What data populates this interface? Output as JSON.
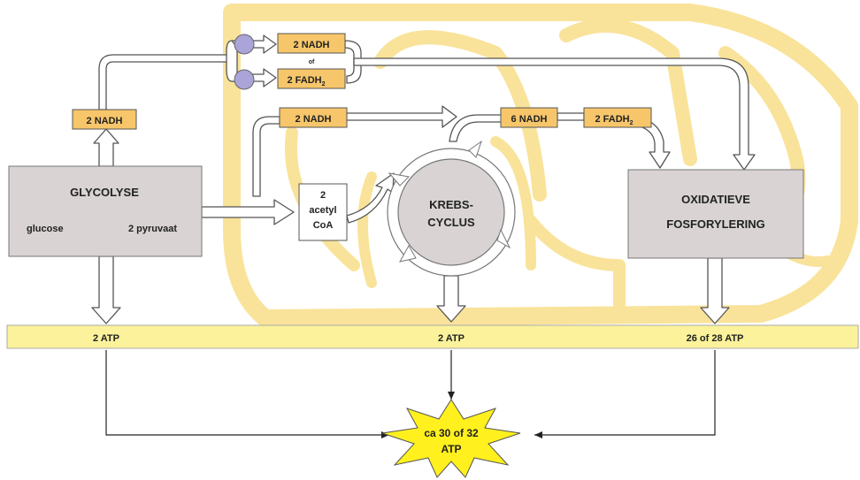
{
  "colors": {
    "mito": "#f9e39a",
    "box_orange": "#f7c66a",
    "box_gray": "#d9d3d3",
    "band_yellow": "#fbf29b",
    "burst_yellow": "#fff01e",
    "circle_purple": "#aaa4d8"
  },
  "boxes": {
    "nadh_top": "2 NADH",
    "or_label": "of",
    "fadh_top": "2 FADH",
    "fadh_top_sub": "2",
    "nadh_left": "2 NADH",
    "nadh_middle": "2 NADH",
    "nadh_krebs": "6 NADH",
    "fadh_krebs": "2 FADH",
    "fadh_krebs_sub": "2"
  },
  "glycolysis": {
    "title": "GLYCOLYSE",
    "substrate": "glucose",
    "product": "2 pyruvaat"
  },
  "acetyl": {
    "line1": "2",
    "line2": "acetyl",
    "line3": "CoA"
  },
  "krebs": {
    "line1": "KREBS-",
    "line2": "CYCLUS"
  },
  "oxphos": {
    "line1": "OXIDATIEVE",
    "line2": "FOSFORYLERING"
  },
  "atp": {
    "glycolysis": "2 ATP",
    "krebs": "2 ATP",
    "oxphos": "26 of 28 ATP"
  },
  "total": {
    "line1": "ca 30 of 32",
    "line2": "ATP"
  }
}
